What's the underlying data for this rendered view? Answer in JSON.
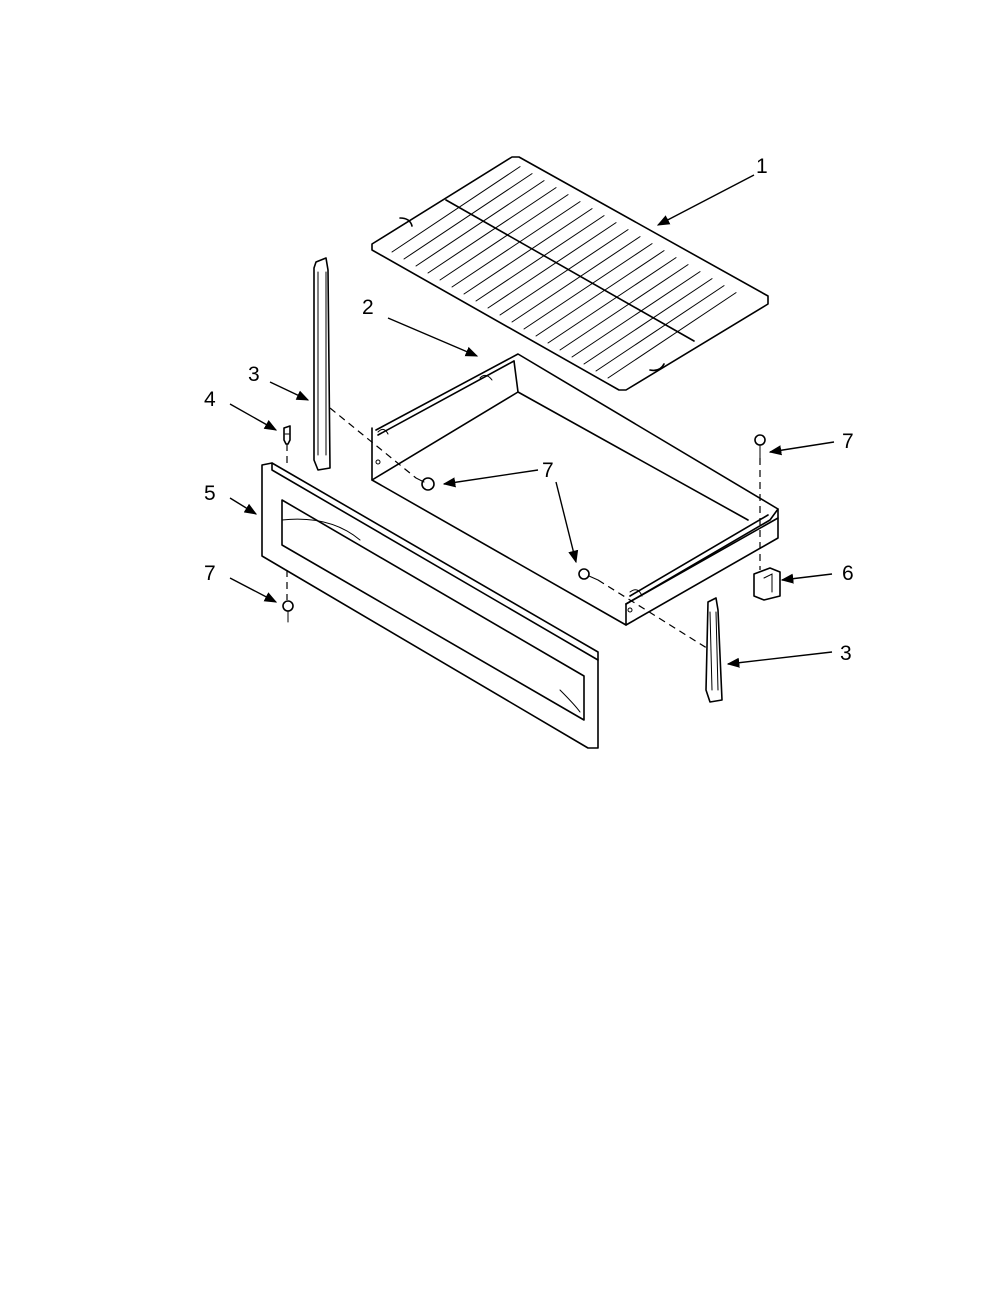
{
  "callouts": [
    {
      "id": "c1",
      "label": "1"
    },
    {
      "id": "c2",
      "label": "2"
    },
    {
      "id": "c3a",
      "label": "3"
    },
    {
      "id": "c3b",
      "label": "3"
    },
    {
      "id": "c4",
      "label": "4"
    },
    {
      "id": "c5",
      "label": "5"
    },
    {
      "id": "c6",
      "label": "6"
    },
    {
      "id": "c7a",
      "label": "7"
    },
    {
      "id": "c7b",
      "label": "7"
    },
    {
      "id": "c7c",
      "label": "7"
    },
    {
      "id": "c7d",
      "label": "7"
    }
  ],
  "parts": [
    {
      "callout": "1",
      "icon": "oven-rack-icon"
    },
    {
      "callout": "2",
      "icon": "drawer-body-icon"
    },
    {
      "callout": "3",
      "icon": "drawer-slide-bracket-icon"
    },
    {
      "callout": "4",
      "icon": "drawer-stop-pin-icon"
    },
    {
      "callout": "5",
      "icon": "drawer-front-panel-icon"
    },
    {
      "callout": "6",
      "icon": "drawer-clip-icon"
    },
    {
      "callout": "7",
      "icon": "screw-icon"
    }
  ],
  "colors": {
    "line": "#000000",
    "background": "#ffffff"
  }
}
